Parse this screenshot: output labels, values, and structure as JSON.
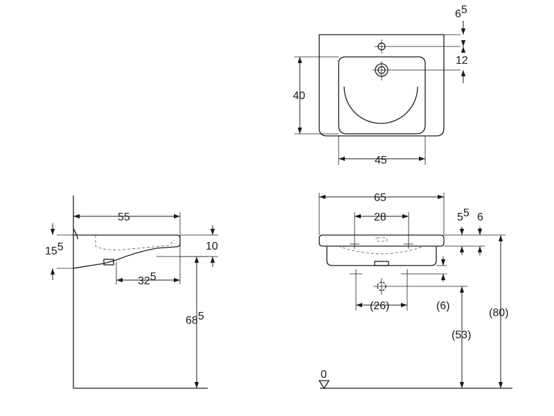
{
  "diagram": {
    "top_view": {
      "tap_offset": {
        "base": "6",
        "sup": "5"
      },
      "tap_to_bowl": "12",
      "bowl_depth": "40",
      "bowl_width": "45"
    },
    "side_view": {
      "total_depth": "55",
      "rim_height": {
        "base": "15",
        "sup": "5"
      },
      "rim_thickness": "10",
      "waste_offset": {
        "base": "32",
        "sup": "5"
      },
      "mount_height": {
        "base": "68",
        "sup": "5"
      }
    },
    "front_view": {
      "total_width": "65",
      "mount_spacing": "28",
      "rim_thickness_a": {
        "base": "5",
        "sup": "5"
      },
      "rim_thickness_b": "6",
      "supply_spacing": "(26)",
      "supply_offset": "(6)",
      "supply_height": "(53)",
      "total_height": "(80)",
      "floor_level": "0"
    }
  }
}
